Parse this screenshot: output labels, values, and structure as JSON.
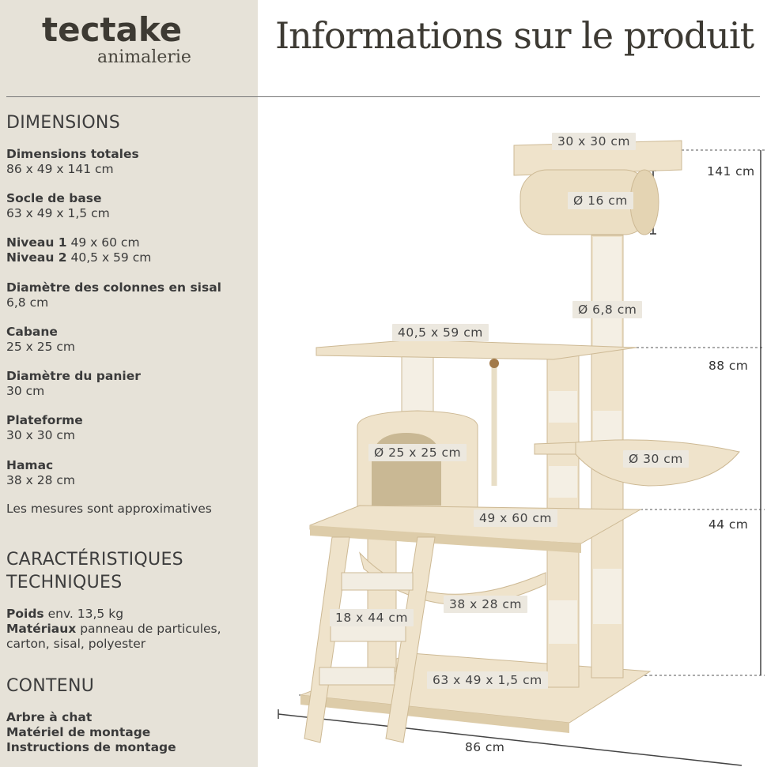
{
  "brand": {
    "name": "tectake",
    "subtitle": "animalerie"
  },
  "page_title": "Informations sur le produit",
  "dimensions": {
    "heading": "DIMENSIONS",
    "items": [
      {
        "label": "Dimensions totales",
        "value": "86 x 49 x 141 cm"
      },
      {
        "label": "Socle de base",
        "value": "63 x 49 x 1,5 cm"
      },
      {
        "label": "Niveau 1",
        "value": "49 x 60 cm"
      },
      {
        "label": "Niveau 2",
        "value": "40,5 x 59 cm"
      },
      {
        "label": "Diamètre des colonnes en sisal",
        "value": "6,8 cm"
      },
      {
        "label": "Cabane",
        "value": "25 x 25 cm"
      },
      {
        "label": "Diamètre du panier",
        "value": "30 cm"
      },
      {
        "label": "Plateforme",
        "value": "30 x 30 cm"
      },
      {
        "label": "Hamac",
        "value": "38 x 28 cm"
      }
    ],
    "note": "Les mesures sont approximatives"
  },
  "tech": {
    "heading_line1": "CARACTÉRISTIQUES",
    "heading_line2": "TECHNIQUES",
    "weight_label": "Poids",
    "weight_value": "env. 13,5 kg",
    "materials_label": "Matériaux",
    "materials_value": "panneau de particules, carton, sisal, polyester"
  },
  "contents": {
    "heading": "CONTENU",
    "items": [
      "Arbre à chat",
      "Matériel de montage",
      "Instructions de montage"
    ]
  },
  "diagram": {
    "tags": {
      "platform": "30 x 30 cm",
      "basket_tube": "Ø 16 cm",
      "column": "Ø 6,8 cm",
      "level2": "40,5 x 59 cm",
      "cabin": "Ø 25 x 25 cm",
      "basket": "Ø 30 cm",
      "level1": "49 x 60 cm",
      "hammock": "38 x 28 cm",
      "ladder": "18 x 44 cm",
      "base": "63 x 49 x 1,5 cm"
    },
    "heights": {
      "total": "141 cm",
      "mid": "88 cm",
      "low": "44 cm"
    },
    "width": "86 cm",
    "colors": {
      "plush": "#efe3cb",
      "plush_dark": "#d9c8a6",
      "sisal": "#f2ede2",
      "line": "#3a3a3a"
    }
  }
}
